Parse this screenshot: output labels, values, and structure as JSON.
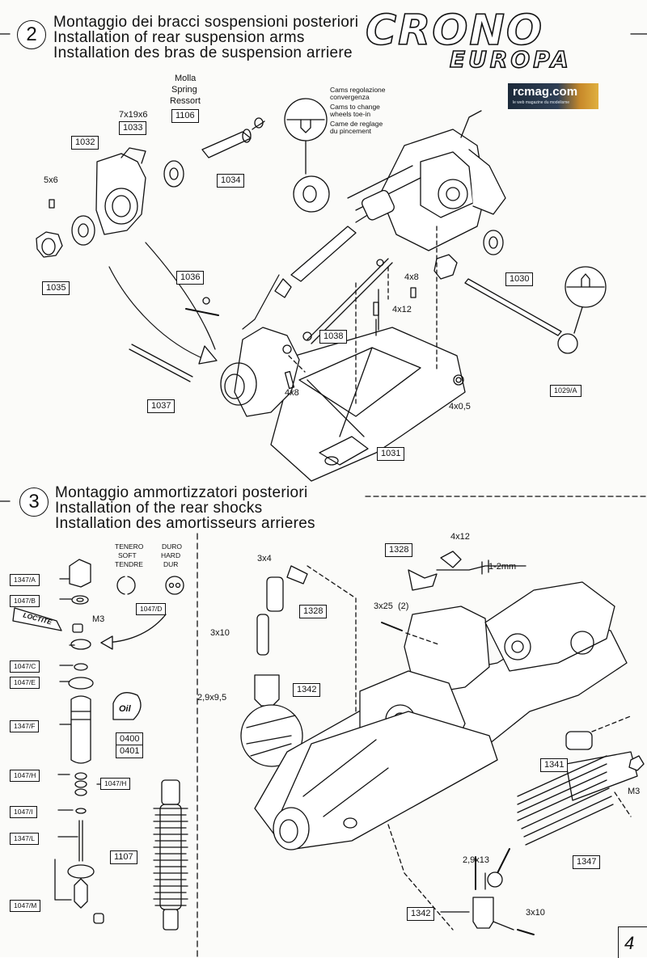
{
  "step2": {
    "number": "2",
    "title_it": "Montaggio dei bracci sospensioni posteriori",
    "title_en": "Installation of rear suspension arms",
    "title_fr": "Installation des bras de suspension arriere"
  },
  "step3": {
    "number": "3",
    "title_it": "Montaggio ammortizzatori posteriori",
    "title_en": "Installation of the rear shocks",
    "title_fr": "Installation des amortisseurs arrieres"
  },
  "logo": {
    "crono": "CRONO",
    "europa": "EUROPA",
    "rcmag": "rcmag.com",
    "rcmag_sub": "le web magazine du modelisme"
  },
  "step2_labels": {
    "molla": "Molla",
    "spring": "Spring",
    "ressort": "Ressort",
    "p1106": "1106",
    "size_7x19x6": "7x19x6",
    "p1033": "1033",
    "p1032": "1032",
    "p1034": "1034",
    "size_5x6": "5x6",
    "p1035": "1035",
    "cams_it_1": "Cams regolazione",
    "cams_it_2": "convergenza",
    "cams_en_1": "Cams to change",
    "cams_en_2": "wheels toe-in",
    "cams_fr_1": "Came de reglage",
    "cams_fr_2": "du pincement",
    "p1036": "1036",
    "p1038": "1038",
    "size_4x8_a": "4x8",
    "size_4x12": "4x12",
    "size_4x8_b": "4x8",
    "p1030": "1030",
    "p1037": "1037",
    "p1031": "1031",
    "size_4x05": "4x0,5",
    "p1029a": "1029/A"
  },
  "step3_labels": {
    "tenero": "TENERO",
    "soft": "SOFT",
    "tendre": "TENDRE",
    "duro": "DURO",
    "hard": "HARD",
    "dur": "DUR",
    "p1047d": "1047/D",
    "p1347a": "1347/A",
    "p1047b": "1047/B",
    "loctite": "LOCTITE",
    "m3_a": "M3",
    "p1047c": "1047/C",
    "p1047e": "1047/E",
    "p1347f": "1347/F",
    "oil": "Oil",
    "p0400": "0400",
    "p0401": "0401",
    "p1047h_a": "1047/H",
    "p1047h_b": "1047/H",
    "p1047i": "1047/I",
    "p1347l": "1347/L",
    "p1107": "1107",
    "p1047m": "1047/M",
    "size_3x4": "3x4",
    "p1328_a": "1328",
    "p1328_b": "1328",
    "size_4x12": "4x12",
    "size_1_2mm": "1-2mm",
    "size_3x25": "3x25  (2)",
    "size_3x10_a": "3x10",
    "p1342_a": "1342",
    "size_29x95": "2,9x9,5",
    "p1341": "1341",
    "m3_b": "M3",
    "p1347": "1347",
    "size_29x13": "2,9x13",
    "p1342_b": "1342",
    "size_3x10_b": "3x10"
  },
  "page_number": "4"
}
